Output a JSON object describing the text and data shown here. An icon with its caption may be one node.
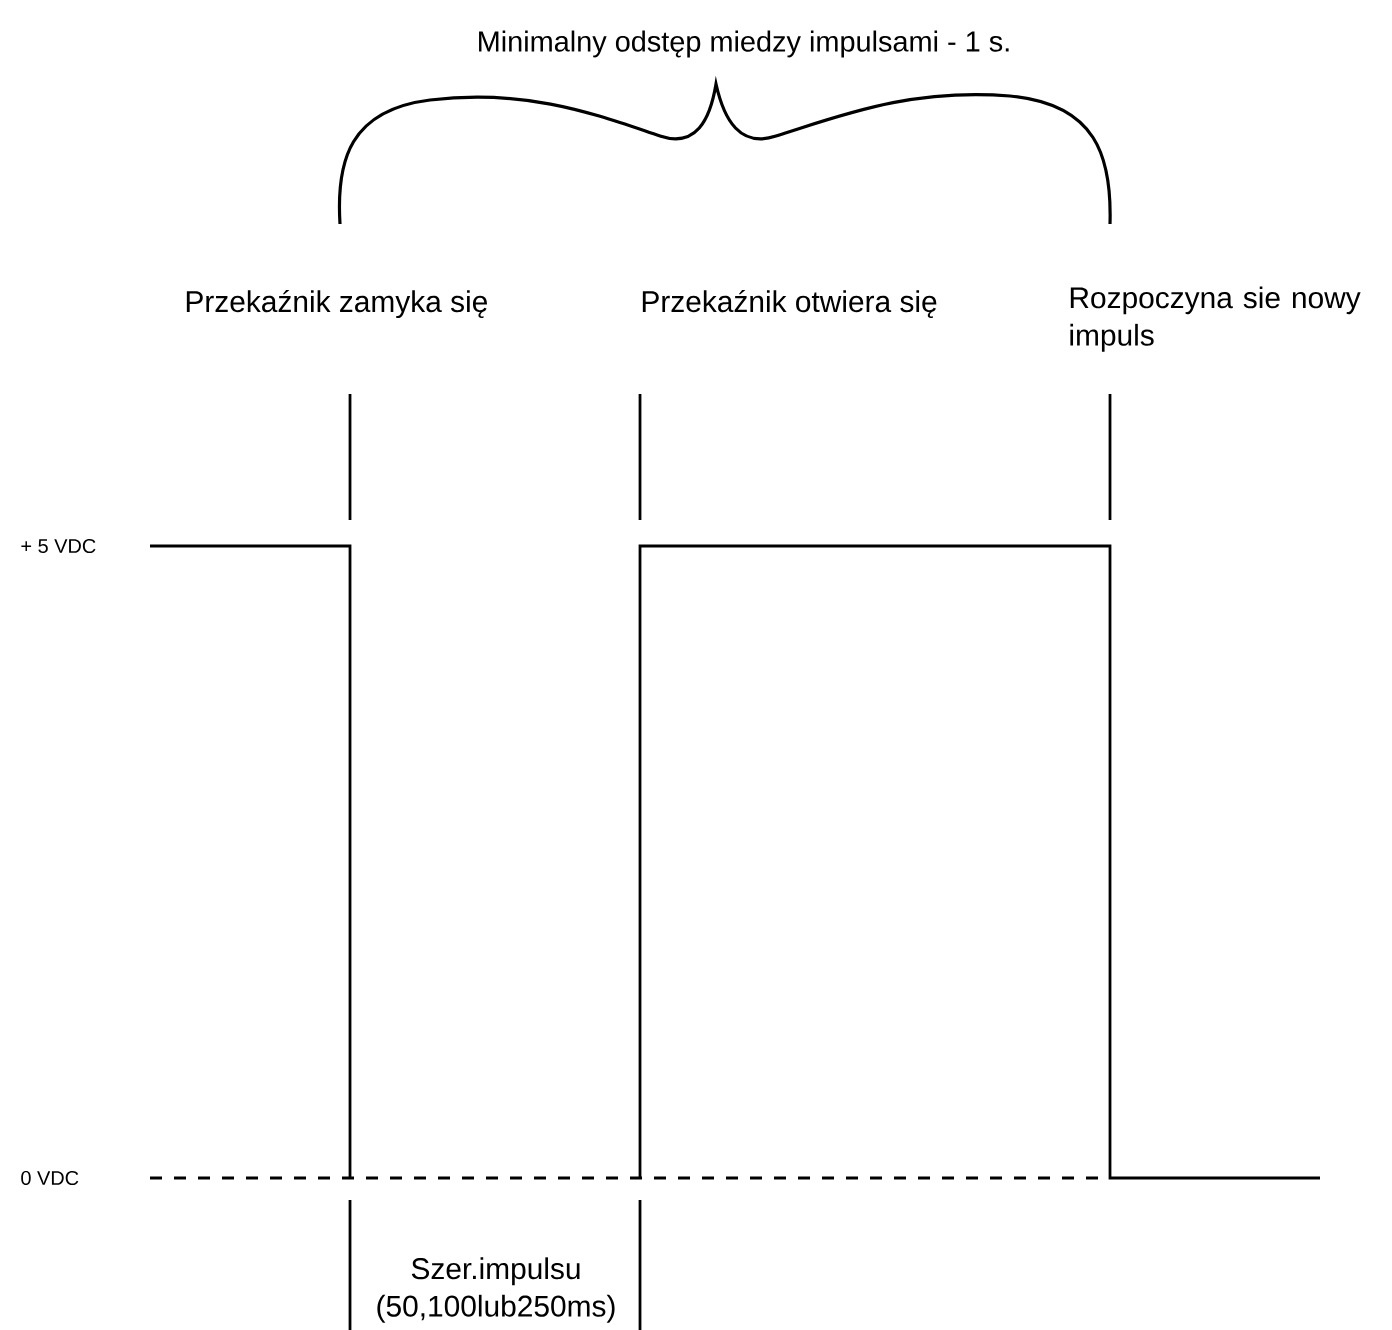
{
  "diagram": {
    "labels": [
      "Minimalny odstęp miedzy impulsami - 1 s.",
      "Przekaźnik zamyka się",
      "Przekaźnik otwiera się",
      "Rozpoczyna sie nowy impuls",
      "+ 5 VDC",
      "0 VDC",
      "Szer.impulsu (50,100lub250ms)"
    ]
  }
}
